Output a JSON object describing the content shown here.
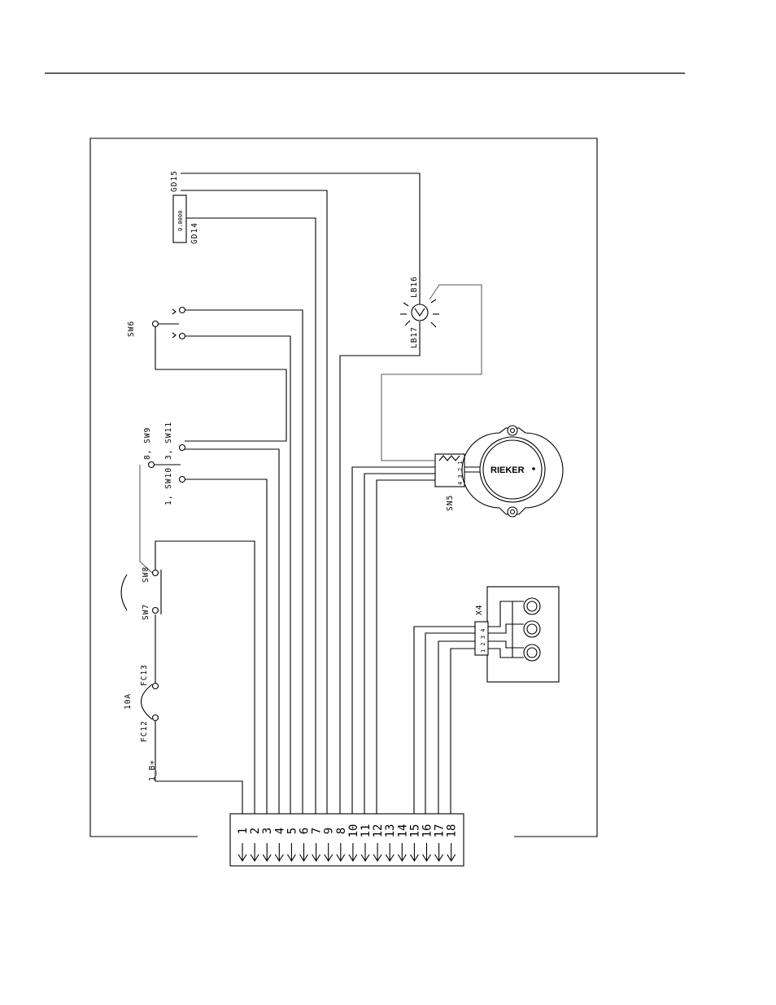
{
  "components": {
    "gd": {
      "top": "GD15",
      "bottom": "GD14",
      "body": "0.0000"
    },
    "lamp": {
      "top": "LB16",
      "bottom": "LB17"
    },
    "sw6": "SW6",
    "sw9": "8, SW9",
    "sw11": "3, SW11",
    "sw10": "1, SW10",
    "sw8": "SW8",
    "sw7": "SW7",
    "fc13": "FC13",
    "fuse": "10A",
    "fc12": "FC12",
    "battery": "1_B+",
    "sn5": {
      "label": "SN5",
      "pins": "4 3 2 1"
    },
    "rieker": "RIEKER",
    "x4": {
      "label": "X4",
      "pins": "1 2 3 4"
    }
  },
  "connector": {
    "pins": [
      "1",
      "2",
      "3",
      "4",
      "5",
      "6",
      "7",
      "9",
      "8",
      "10",
      "11",
      "12",
      "13",
      "14",
      "15",
      "16",
      "17",
      "18"
    ]
  }
}
